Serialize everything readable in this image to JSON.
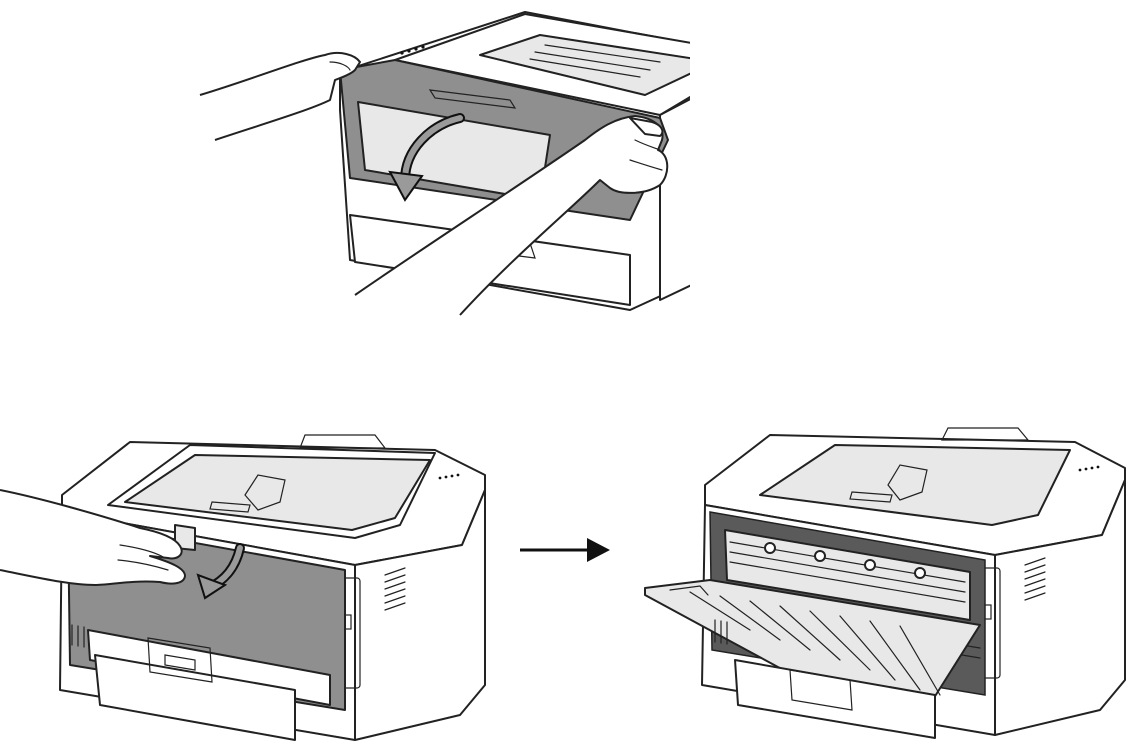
{
  "figure": {
    "steps": [
      {
        "id": "open-front-cover",
        "action": "pull-down-front-cover"
      },
      {
        "id": "open-back-cover",
        "action": "pull-down-back-cover"
      },
      {
        "id": "back-cover-opened",
        "action": "result-open-back-cover"
      }
    ],
    "colors": {
      "line": "#222222",
      "cover": "#8f8f8f",
      "panel": "#e8e8e8",
      "dark_parts": "#5a5a5a",
      "arrow": "#111111",
      "background": "#ffffff"
    },
    "icons": [
      "curved-down-arrow-icon",
      "right-arrow-icon"
    ]
  }
}
